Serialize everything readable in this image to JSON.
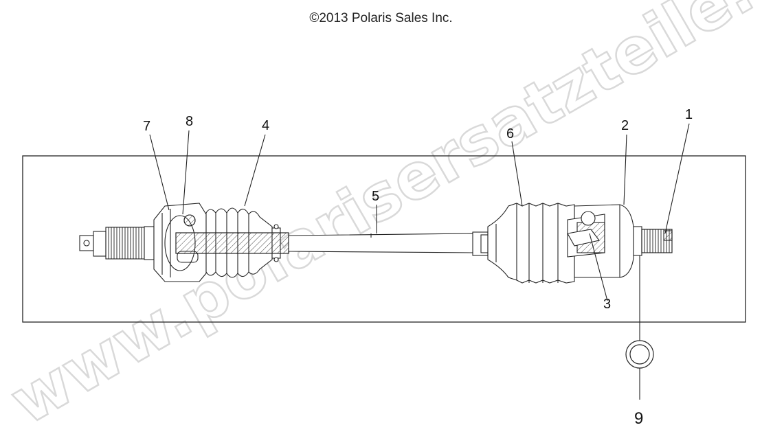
{
  "copyright": "©2013 Polaris Sales Inc.",
  "watermark": "www.polarisersatzteile.de",
  "callouts": [
    {
      "id": "1",
      "label": "1"
    },
    {
      "id": "2",
      "label": "2"
    },
    {
      "id": "3",
      "label": "3"
    },
    {
      "id": "4",
      "label": "4"
    },
    {
      "id": "5",
      "label": "5"
    },
    {
      "id": "6",
      "label": "6"
    },
    {
      "id": "7",
      "label": "7"
    },
    {
      "id": "8",
      "label": "8"
    },
    {
      "id": "9",
      "label": "9"
    }
  ]
}
